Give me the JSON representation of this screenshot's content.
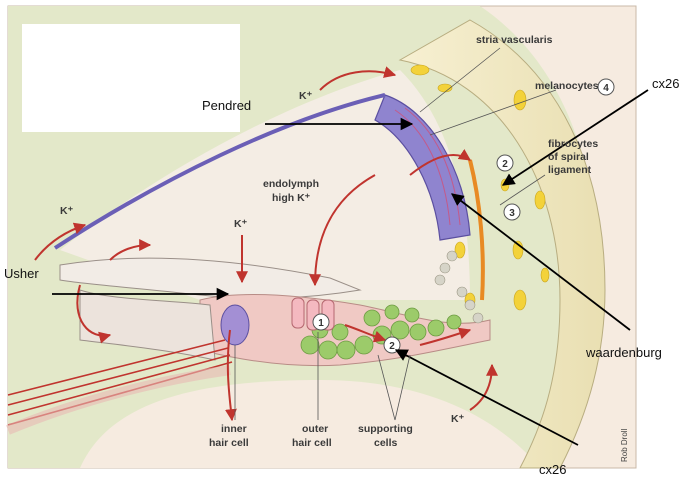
{
  "diagram": {
    "inner_labels": {
      "stria_vascularis": "stria vascularis",
      "melanocytes": "melanocytes",
      "fibrocytes": [
        "fibrocytes",
        "of spiral",
        "ligament"
      ],
      "endolymph": [
        "endolymph",
        "high K⁺"
      ],
      "inner_hair_cell": [
        "inner",
        "hair cell"
      ],
      "outer_hair_cell": [
        "outer",
        "hair cell"
      ],
      "supporting_cells": [
        "supporting",
        "cells"
      ],
      "k_ion": "K⁺",
      "credit": "Rob Droll"
    },
    "numbers": [
      "1",
      "2",
      "3",
      "4"
    ]
  },
  "annotations": {
    "pendred": "Pendred",
    "usher": "Usher",
    "cx26_top": "cx26",
    "waardenburg": "waardenburg",
    "cx26_bottom": "cx26"
  },
  "colors": {
    "background_panel": "#f6ebe0",
    "tissue_green": "#dfe6c4",
    "bone_band": "#f2ecc8",
    "membrane_purple": "#7b6fc0",
    "arrow_red": "#c0342e",
    "pink_tissue": "#f0c9c4"
  }
}
